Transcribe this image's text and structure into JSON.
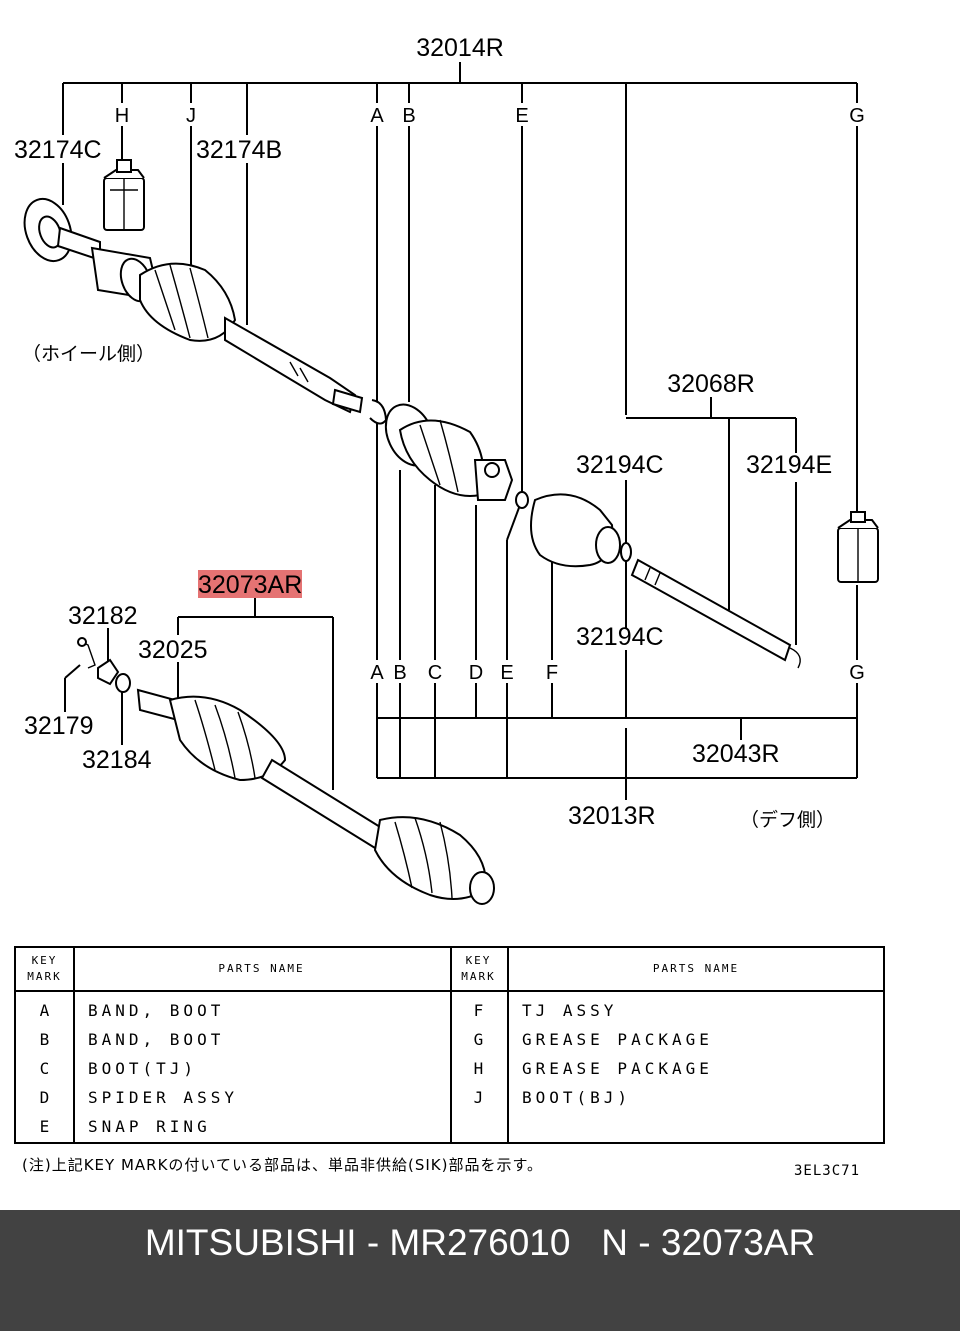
{
  "labels": {
    "top_assembly": "32014R",
    "grease_left": "32174C",
    "boot_bj": "32174B",
    "wheel_side": "（ホイール側）",
    "spider_kit": "32068R",
    "snap_c_top": "32194C",
    "snap_e": "32194E",
    "snap_c_bottom": "32194C",
    "highlighted_part_prefix": "32073A",
    "highlighted_part_suffix": "R",
    "cotter": "32182",
    "nut": "32025",
    "pin": "32179",
    "washer": "32184",
    "tj_assembly": "32043R",
    "diff_assembly": "32013R",
    "diff_side": "（デフ側）"
  },
  "key_marks_top": [
    "H",
    "J",
    "A",
    "B",
    "E",
    "G"
  ],
  "key_marks_bottom": [
    "A",
    "B",
    "C",
    "D",
    "E",
    "F",
    "G"
  ],
  "highlight_color": "#e57373",
  "table": {
    "header_key": "KEY\nMARK",
    "header_name": "PARTS NAME",
    "left_rows": [
      {
        "mark": "A",
        "name": "BAND, BOOT"
      },
      {
        "mark": "B",
        "name": "BAND, BOOT"
      },
      {
        "mark": "C",
        "name": "BOOT(TJ)"
      },
      {
        "mark": "D",
        "name": "SPIDER ASSY"
      },
      {
        "mark": "E",
        "name": "SNAP RING"
      }
    ],
    "right_rows": [
      {
        "mark": "F",
        "name": "TJ ASSY"
      },
      {
        "mark": "G",
        "name": "GREASE PACKAGE"
      },
      {
        "mark": "H",
        "name": "GREASE PACKAGE"
      },
      {
        "mark": "J",
        "name": "BOOT(BJ)"
      }
    ]
  },
  "note": "(注)上記KEY MARKの付いている部品は、単品非供給(SIK)部品を示す。",
  "diagram_code": "3EL3C71",
  "footer": "MITSUBISHI - MR276010   N - 32073AR"
}
